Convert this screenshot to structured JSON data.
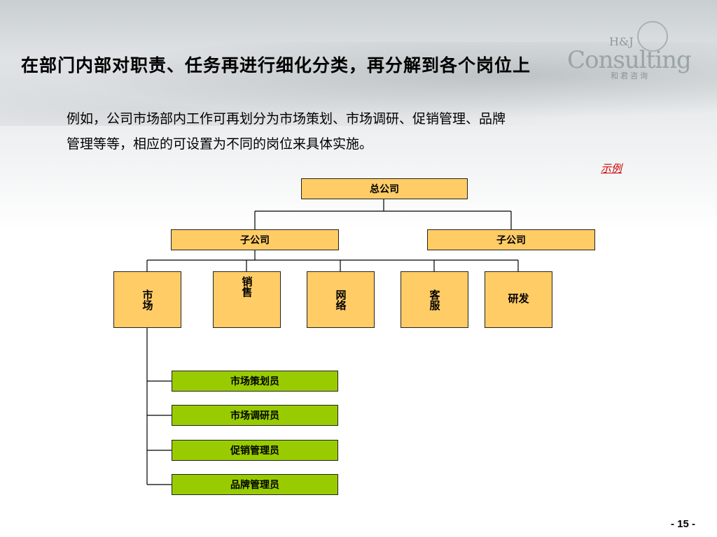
{
  "title": "在部门内部对职责、任务再进行细化分类，再分解到各个岗位上",
  "description": {
    "line1": "例如，公司市场部内工作可再划分为市场策划、市场调研、促销管理、品牌",
    "line2": "管理等等，相应的可设置为不同的岗位来具体实施。"
  },
  "example_label": "示例",
  "logo": {
    "hj": "H&J",
    "consulting": "Consulting",
    "cn": "和君咨询"
  },
  "org_chart": {
    "root": "总公司",
    "subsidiaries": [
      "子公司",
      "子公司"
    ],
    "departments": [
      "市场",
      "销售",
      "网络",
      "客服",
      "研发"
    ],
    "positions": [
      "市场策划员",
      "市场调研员",
      "促销管理员",
      "品牌管理员"
    ]
  },
  "page_number": "- 15 -",
  "colors": {
    "dept_fill": "#ffcc66",
    "position_fill": "#99cc00",
    "example_text": "#cc0000"
  }
}
